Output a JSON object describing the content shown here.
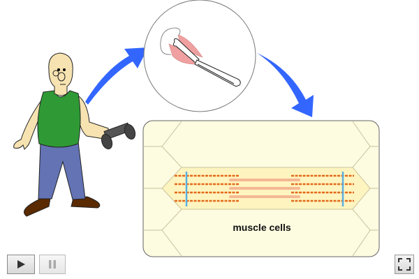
{
  "diagram": {
    "cell_label": "muscle cells",
    "figures": {
      "person": "man-lifting-dumbbell",
      "zoom_circle": "arm-bones-and-muscles",
      "cells_panel": "muscle-cells-with-sarcomere"
    },
    "colors": {
      "arrow": "#3366ff",
      "cell_fill": "#fdfbe0",
      "active_cell_fill": "#fef7c8",
      "actin": "#e26a1c",
      "myosin": "#f5b894",
      "z_line": "#5ab0e0",
      "muscle": "#f0a0a0",
      "shirt": "#2f9a35",
      "pants": "#6373b4",
      "skin": "#f7e3b1",
      "shoes": "#5a2a00"
    }
  },
  "controls": {
    "play_label": "play",
    "pause_label": "pause",
    "fullscreen_label": "fullscreen"
  }
}
